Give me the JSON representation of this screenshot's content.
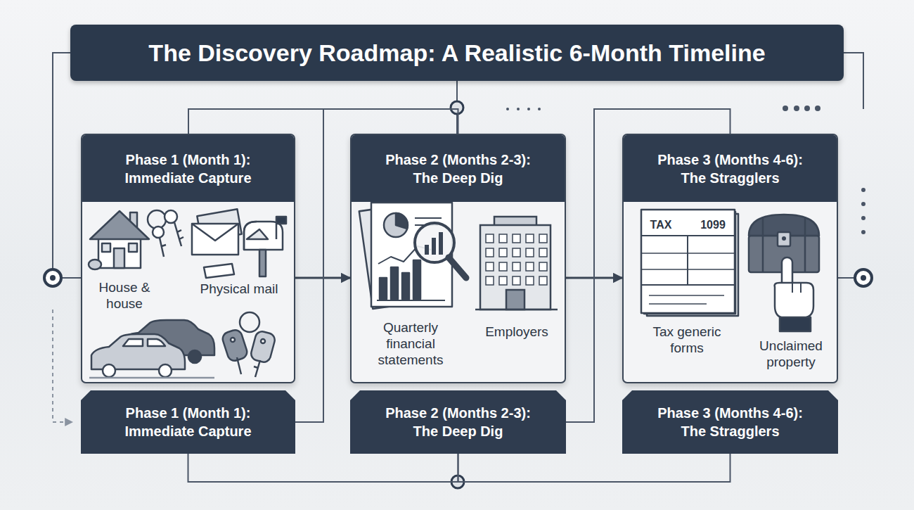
{
  "diagram": {
    "title": "The Discovery Roadmap: A Realistic 6-Month Timeline",
    "nodes": [
      {
        "text": [
          "Phase 1 (Month 1): Immediate Capture",
          "House & house",
          "Physical mail"
        ]
      },
      {
        "text": [
          "Phase 2 (Months 2-3): The Deep Dig",
          "Quarterly financial statements",
          "Employers"
        ]
      },
      {
        "text": [
          "Phase 3 (Months 4-6): The Stragglers",
          "Tax generic forms",
          "Unclaimed property"
        ]
      },
      {
        "text": [
          "Phase 1 (Month 1): Immediate Capture"
        ]
      },
      {
        "text": [
          "Phase 2 (Months 2-3): The Deep Dig"
        ]
      },
      {
        "text": [
          "Phase 3 (Months 4-6): The Stragglers"
        ]
      }
    ],
    "edges": [
      {
        "from": 0,
        "to": 1,
        "arrow": "to"
      },
      {
        "from": 1,
        "to": 2,
        "arrow": "to"
      },
      {
        "from": 3,
        "to": 1,
        "arrow": "none"
      },
      {
        "from": 4,
        "to": 2,
        "arrow": "none"
      },
      {
        "from": 3,
        "to": 4,
        "arrow": "none"
      },
      {
        "from": 4,
        "to": 5,
        "arrow": "none"
      }
    ],
    "labels": [
      "TAX",
      "1099"
    ]
  }
}
